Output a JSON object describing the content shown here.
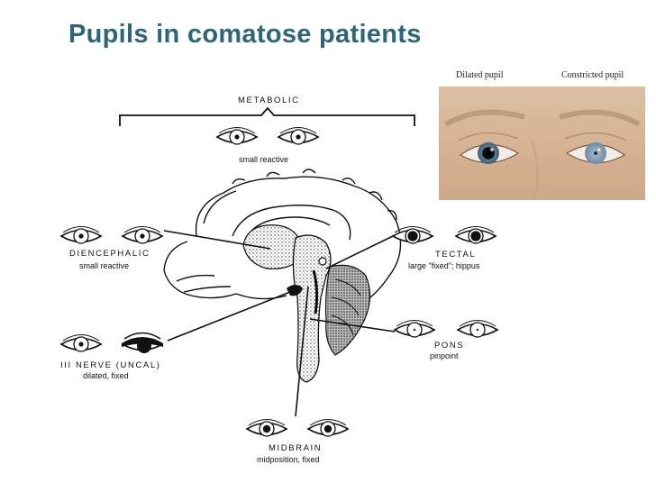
{
  "slide": {
    "title": "Pupils in comatose patients"
  },
  "photo": {
    "dilated_caption": "Dilated pupil",
    "constricted_caption": "Constricted pupil"
  },
  "diagram": {
    "metabolic": {
      "label": "METABOLIC",
      "desc": "small reactive"
    },
    "diencephalic": {
      "label": "DIENCEPHALIC",
      "desc": "small reactive"
    },
    "tectal": {
      "label": "TECTAL",
      "desc": "large \"fixed\"; hippus"
    },
    "third_nerve": {
      "label": "III NERVE (UNCAL)",
      "desc": "dilated, fixed"
    },
    "pons": {
      "label": "PONS",
      "desc": "pinpoint"
    },
    "midbrain": {
      "label": "MIDBRAIN",
      "desc": "midposition, fixed"
    }
  },
  "colors": {
    "title": "#2e6577",
    "ink": "#111111",
    "skin": "#d9b89a"
  }
}
